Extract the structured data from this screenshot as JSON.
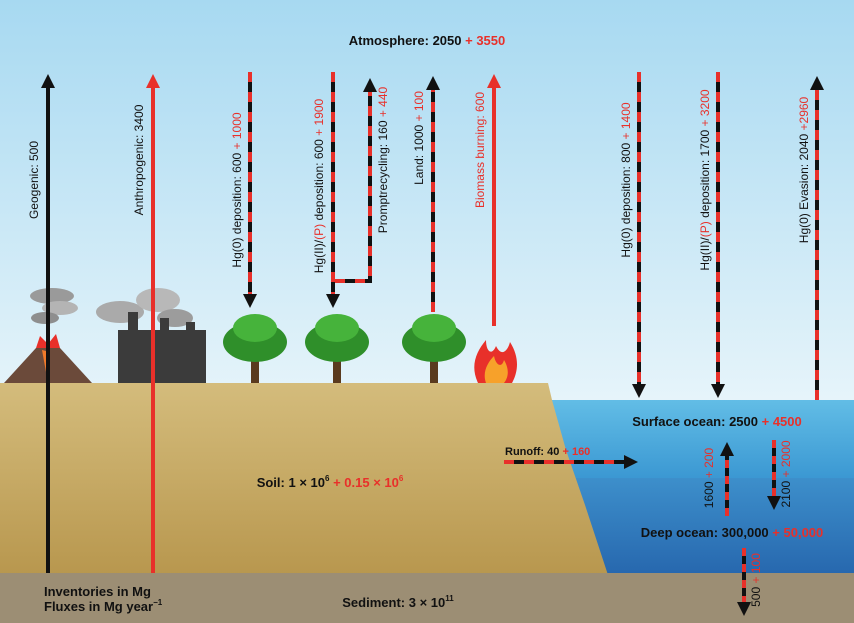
{
  "atmosphere": {
    "label": "Atmosphere:",
    "base": "2050",
    "plus": "+ 3550"
  },
  "surface_ocean": {
    "label": "Surface ocean:",
    "base": "2500",
    "plus": "+ 4500"
  },
  "deep_ocean": {
    "label": "Deep ocean:",
    "base": "300,000",
    "plus": "+ 50,000"
  },
  "soil": {
    "label": "Soil:",
    "base": "1 × 10",
    "base_sup": "6",
    "plus": "+ 0.15 × 10",
    "plus_sup": "6"
  },
  "sediment": {
    "label": "Sediment:",
    "base": "3 × 10",
    "sup": "11"
  },
  "legend": {
    "line1": "Inventories in Mg",
    "line2": "Fluxes in Mg year",
    "line2_sup": "−1"
  },
  "runoff": {
    "label": "Runoff:",
    "base": "40",
    "plus": "+ 160"
  },
  "fluxes": {
    "geogenic": {
      "label": "Geogenic: 500"
    },
    "anthropogenic": {
      "label": "Anthropogenic: 3400"
    },
    "land_hg0": {
      "base": "Hg(0) deposition: 600",
      "plus": "+ 1000"
    },
    "land_hgii": {
      "pre": "Hg(II)/",
      "red": "(P)",
      "post": " deposition: 600",
      "plus": "+ 1900"
    },
    "prompt": {
      "base": "Promptrecycling: 160",
      "plus": "+ 440"
    },
    "land": {
      "base": "Land: 1000",
      "plus": "+ 100"
    },
    "biomass": {
      "label": "Biomass burning: 600"
    },
    "ocean_hg0": {
      "base": "Hg(0) deposition: 800",
      "plus": "+ 1400"
    },
    "ocean_hgii": {
      "pre": "Hg(II)/",
      "red": "(P)",
      "post": " deposition: 1700",
      "plus": "+ 3200"
    },
    "evasion": {
      "base": "Hg(0) Evasion: 2040",
      "plus": "+2960"
    },
    "upwelling": {
      "base": "1600",
      "plus": "+ 200"
    },
    "downwelling": {
      "base": "2100",
      "plus": "+ 2000"
    },
    "burial": {
      "base": "500",
      "plus": "+ 100"
    }
  },
  "colors": {
    "anthropogenic": "#e8302a",
    "natural": "#111111",
    "sky_top": "#a7d9f1",
    "sky_bottom": "#e6f4fa",
    "soil": "#c9ae6a",
    "sediment": "#9c8e74",
    "surface_ocean": "#3aa6dc",
    "deep_ocean": "#2a77b8"
  }
}
